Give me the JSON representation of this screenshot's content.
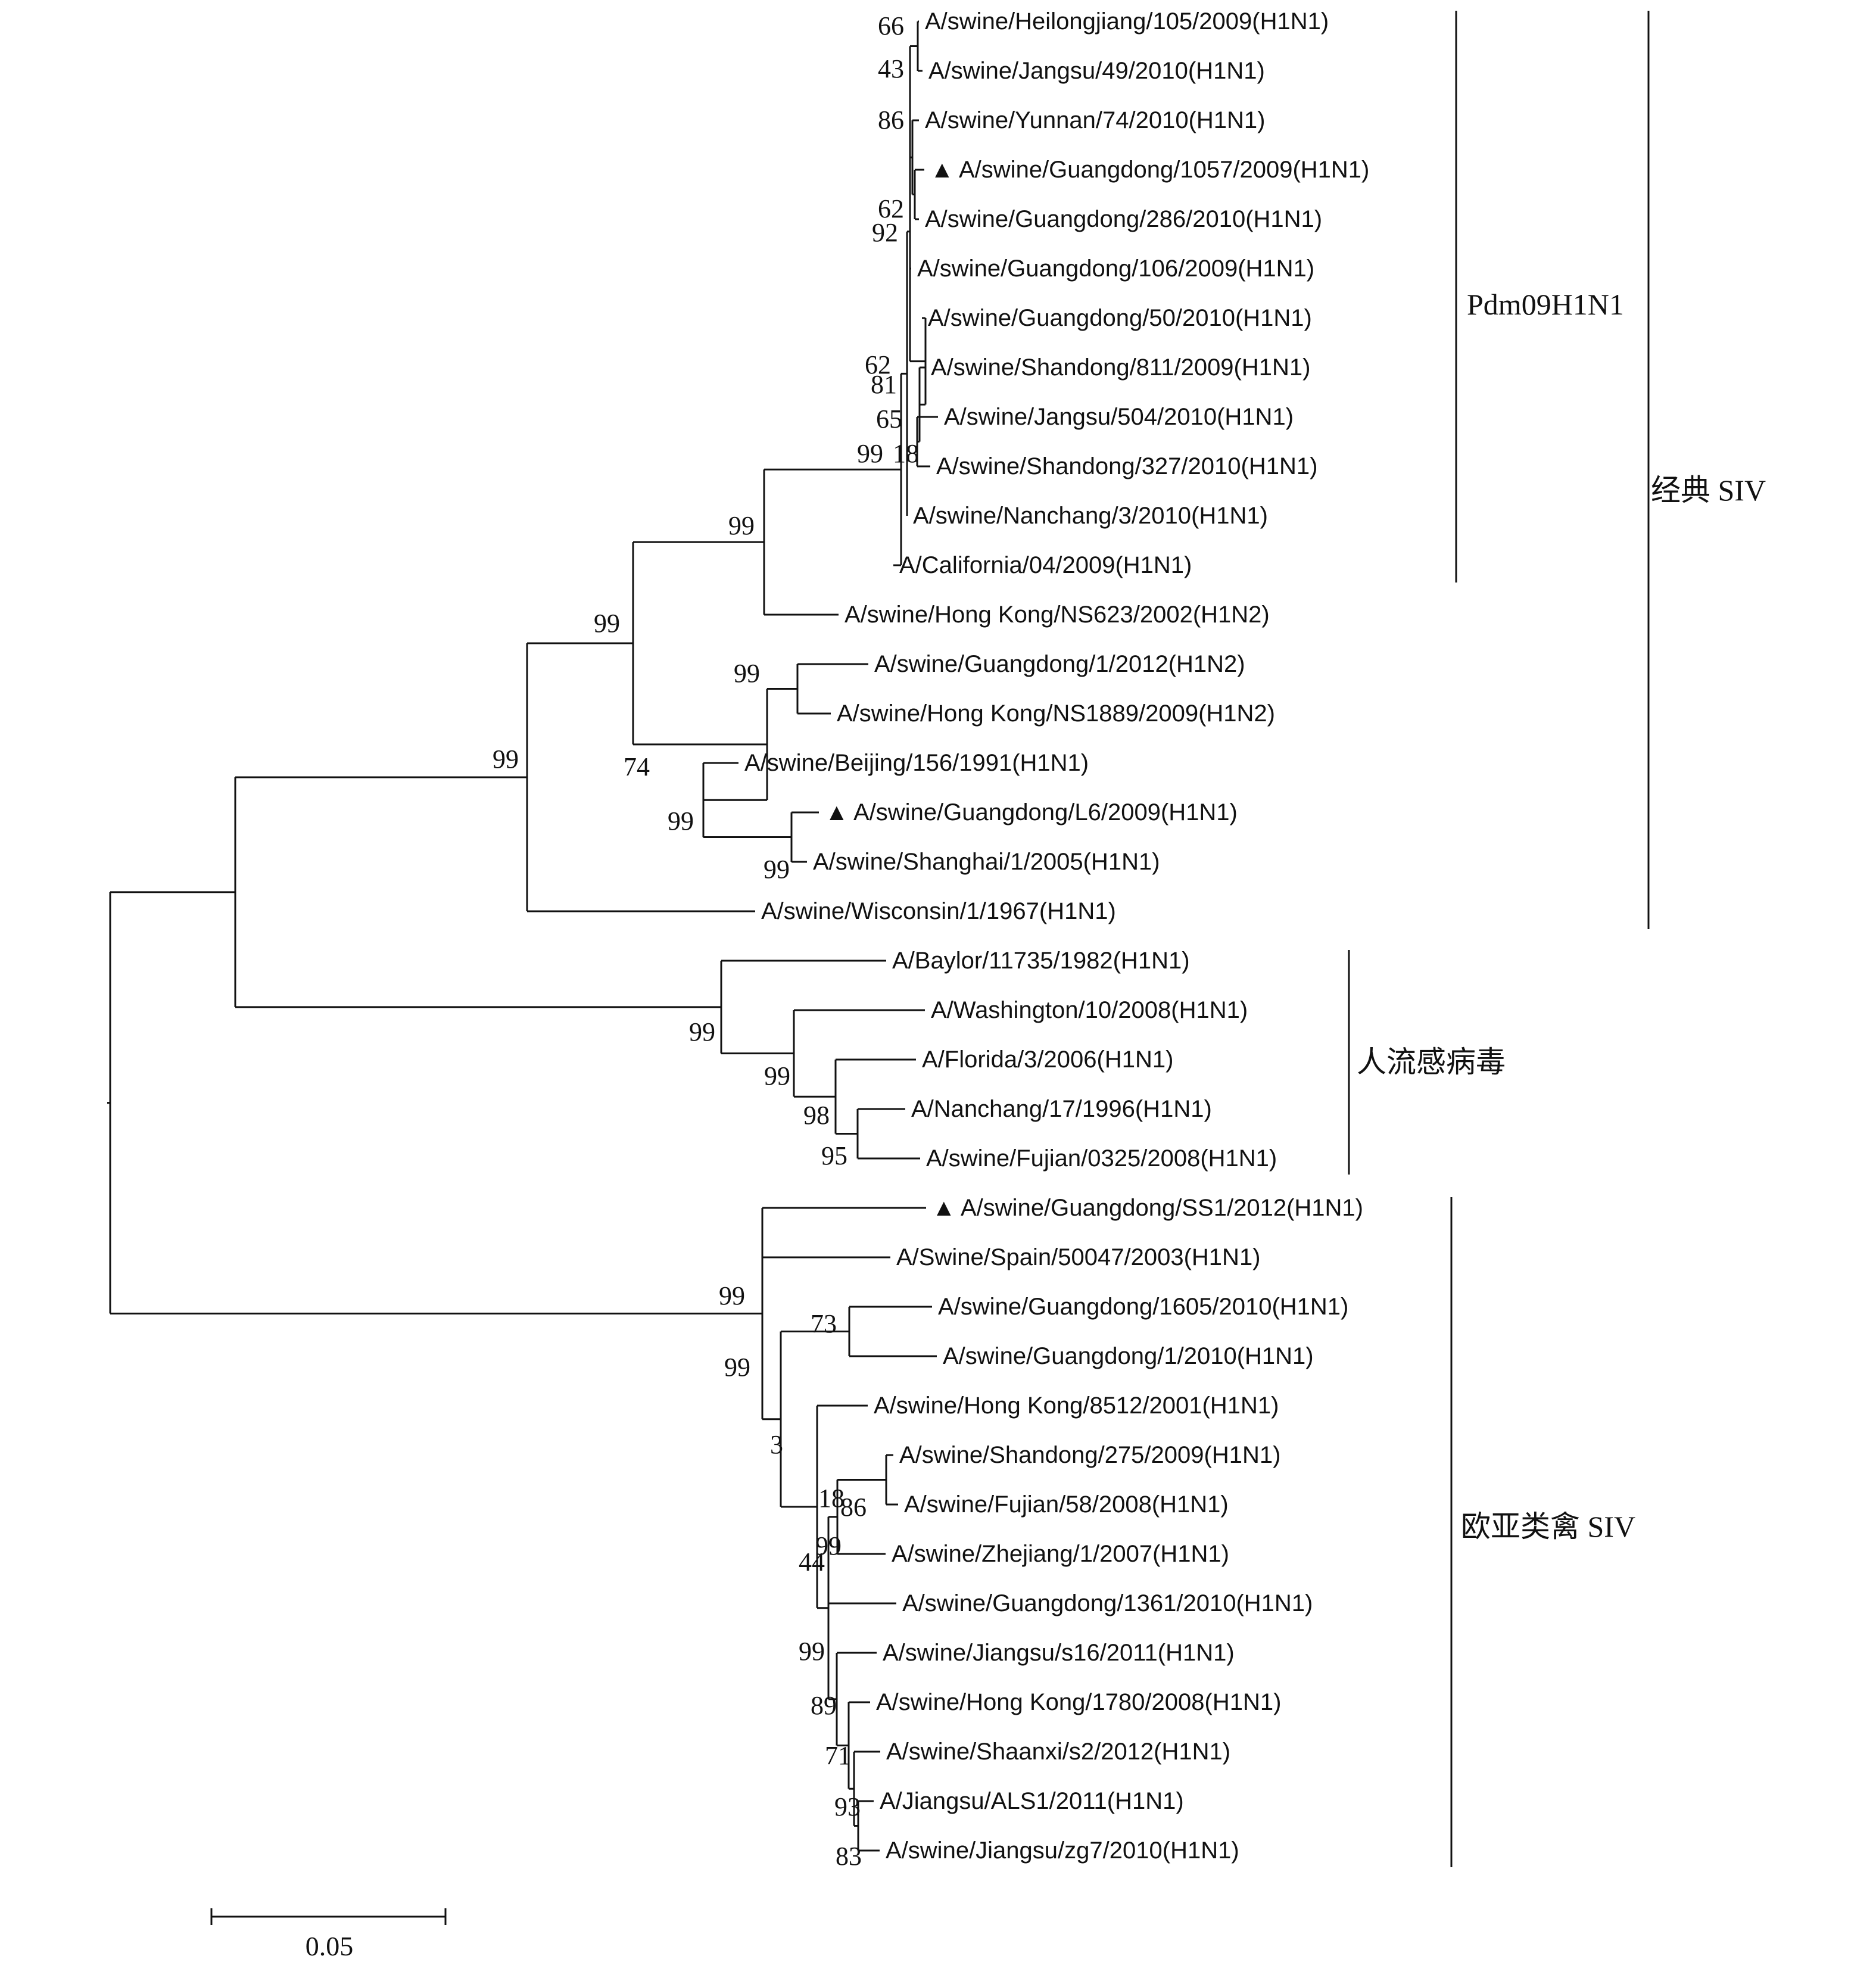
{
  "tree": {
    "taxa": [
      {
        "label": "A/swine/Heilongjiang/105/2009(H1N1)",
        "marked": false
      },
      {
        "label": "A/swine/Jangsu/49/2010(H1N1)",
        "marked": false
      },
      {
        "label": "A/swine/Yunnan/74/2010(H1N1)",
        "marked": false
      },
      {
        "label": "A/swine/Guangdong/1057/2009(H1N1)",
        "marked": true
      },
      {
        "label": "A/swine/Guangdong/286/2010(H1N1)",
        "marked": false
      },
      {
        "label": "A/swine/Guangdong/106/2009(H1N1)",
        "marked": false
      },
      {
        "label": "A/swine/Guangdong/50/2010(H1N1)",
        "marked": false
      },
      {
        "label": "A/swine/Shandong/811/2009(H1N1)",
        "marked": false
      },
      {
        "label": "A/swine/Jangsu/504/2010(H1N1)",
        "marked": false
      },
      {
        "label": "A/swine/Shandong/327/2010(H1N1)",
        "marked": false
      },
      {
        "label": "A/swine/Nanchang/3/2010(H1N1)",
        "marked": false
      },
      {
        "label": "A/California/04/2009(H1N1)",
        "marked": false
      },
      {
        "label": "A/swine/Hong Kong/NS623/2002(H1N2)",
        "marked": false
      },
      {
        "label": "A/swine/Guangdong/1/2012(H1N2)",
        "marked": false
      },
      {
        "label": "A/swine/Hong Kong/NS1889/2009(H1N2)",
        "marked": false
      },
      {
        "label": "A/swine/Beijing/156/1991(H1N1)",
        "marked": false
      },
      {
        "label": "A/swine/Guangdong/L6/2009(H1N1)",
        "marked": true
      },
      {
        "label": "A/swine/Shanghai/1/2005(H1N1)",
        "marked": false
      },
      {
        "label": "A/swine/Wisconsin/1/1967(H1N1)",
        "marked": false
      },
      {
        "label": "A/Baylor/11735/1982(H1N1)",
        "marked": false
      },
      {
        "label": "A/Washington/10/2008(H1N1)",
        "marked": false
      },
      {
        "label": "A/Florida/3/2006(H1N1)",
        "marked": false
      },
      {
        "label": "A/Nanchang/17/1996(H1N1)",
        "marked": false
      },
      {
        "label": "A/swine/Fujian/0325/2008(H1N1)",
        "marked": false
      },
      {
        "label": "A/swine/Guangdong/SS1/2012(H1N1)",
        "marked": true
      },
      {
        "label": "A/Swine/Spain/50047/2003(H1N1)",
        "marked": false
      },
      {
        "label": "A/swine/Guangdong/1605/2010(H1N1)",
        "marked": false
      },
      {
        "label": "A/swine/Guangdong/1/2010(H1N1)",
        "marked": false
      },
      {
        "label": "A/swine/Hong Kong/8512/2001(H1N1)",
        "marked": false
      },
      {
        "label": "A/swine/Shandong/275/2009(H1N1)",
        "marked": false
      },
      {
        "label": "A/swine/Fujian/58/2008(H1N1)",
        "marked": false
      },
      {
        "label": "A/swine/Zhejiang/1/2007(H1N1)",
        "marked": false
      },
      {
        "label": "A/swine/Guangdong/1361/2010(H1N1)",
        "marked": false
      },
      {
        "label": "A/swine/Jiangsu/s16/2011(H1N1)",
        "marked": false
      },
      {
        "label": "A/swine/Hong Kong/1780/2008(H1N1)",
        "marked": false
      },
      {
        "label": "A/swine/Shaanxi/s2/2012(H1N1)",
        "marked": false
      },
      {
        "label": "A/Jiangsu/ALS1/2011(H1N1)",
        "marked": false
      },
      {
        "label": "A/swine/Jiangsu/zg7/2010(H1N1)",
        "marked": false
      }
    ],
    "bootstrap_values": [
      "66",
      "43",
      "86",
      "62",
      "92",
      "62",
      "81",
      "65",
      "18",
      "99",
      "99",
      "99",
      "99",
      "74",
      "99",
      "99",
      "99",
      "99",
      "99",
      "98",
      "95",
      "99",
      "99",
      "3",
      "73",
      "99",
      "86",
      "44",
      "99",
      "89",
      "71",
      "93",
      "83",
      "18"
    ],
    "clades": [
      {
        "name": "Pdm09H1N1"
      },
      {
        "name": "经典 SIV"
      },
      {
        "name": "人流感病毒"
      },
      {
        "name": "欧亚类禽 SIV"
      }
    ],
    "scale_bar": {
      "value": 0.05,
      "label": "0.05"
    },
    "marker_symbol": "▲",
    "line_color": "#111111"
  }
}
